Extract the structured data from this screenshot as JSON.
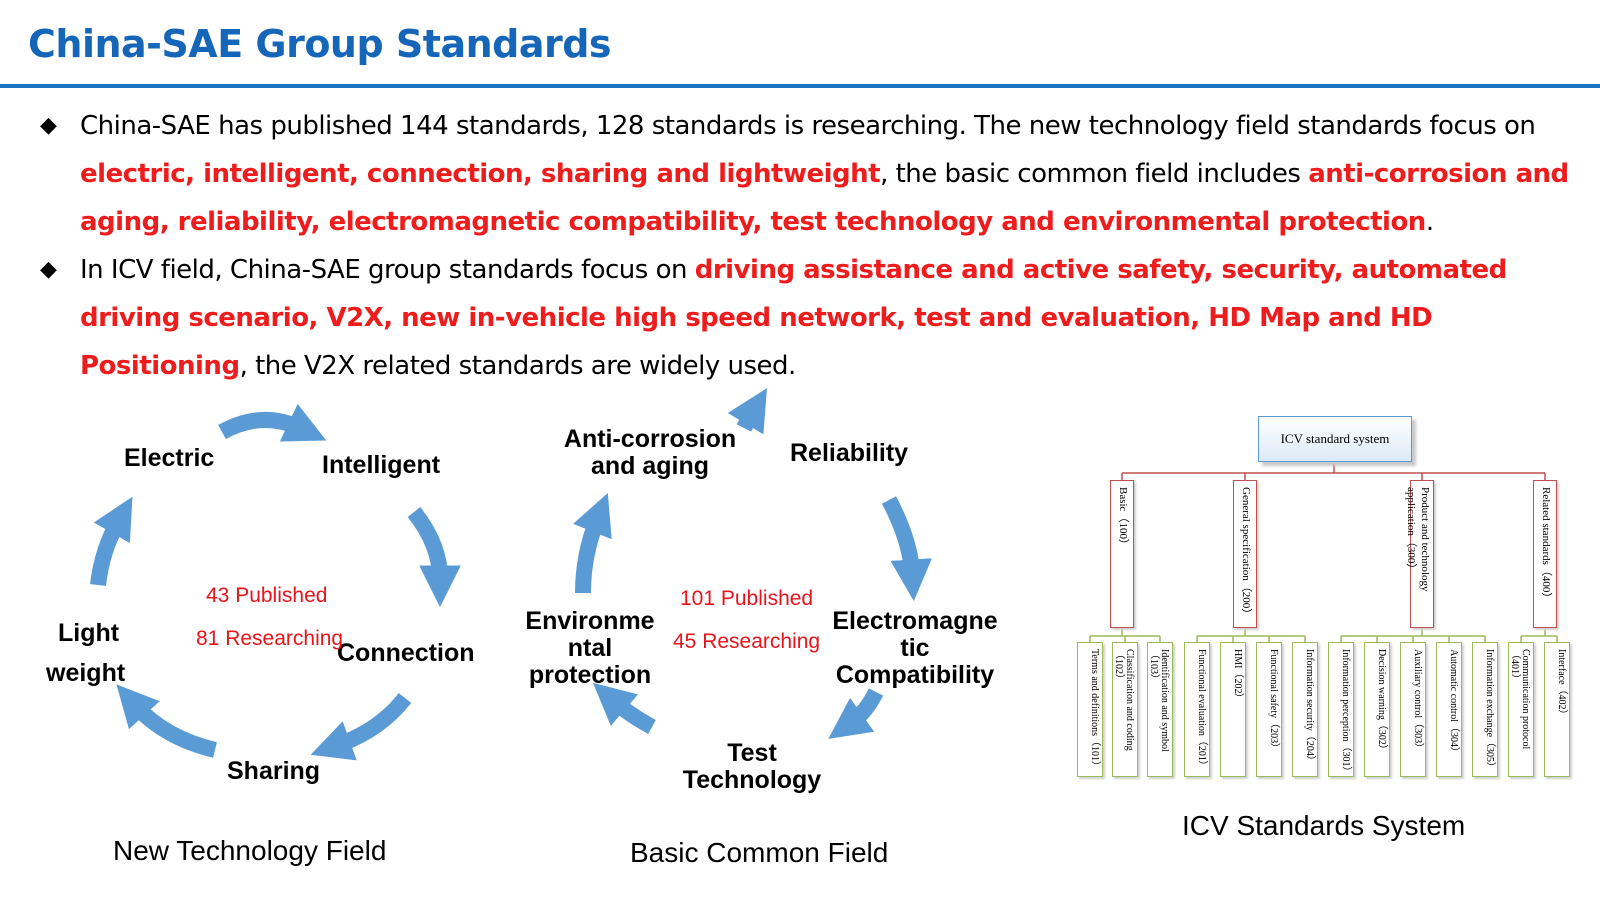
{
  "title": "China-SAE Group Standards",
  "bullet_marker": "◆",
  "bullets": [
    {
      "t1": "China-SAE has published 144 standards, 128 standards is researching. The new technology field standards focus on ",
      "h1": "electric, intelligent, connection, sharing and lightweight",
      "t2": ", the basic common field includes ",
      "h2": "anti-corrosion and aging, reliability, electromagnetic compatibility, test technology and environmental protection",
      "t3": "."
    },
    {
      "t1": "In ICV field, China-SAE group standards focus on ",
      "h1": "driving assistance and active safety, security, automated driving scenario, V2X, new in-vehicle high speed network, test and evaluation, HD Map and HD Positioning",
      "t2": ", the V2X related standards are widely used."
    }
  ],
  "new_tech": {
    "nodes": {
      "electric": "Electric",
      "intelligent": "Intelligent",
      "connection": "Connection",
      "sharing": "Sharing",
      "light": "Light",
      "weight": "weight"
    },
    "published": "43 Published",
    "researching": "81 Researching",
    "caption": "New Technology Field"
  },
  "basic": {
    "nodes": {
      "anti1": "Anti-corrosion",
      "anti2": "and aging",
      "reliability": "Reliability",
      "emc1": "Electromagne",
      "emc2": "tic",
      "emc3": "Compatibility",
      "test1": "Test",
      "test2": "Technology",
      "env1": "Environme",
      "env2": "ntal",
      "env3": "protection"
    },
    "published": "101 Published",
    "researching": "45 Researching",
    "caption": "Basic Common Field"
  },
  "icv": {
    "root": "ICV standard system",
    "level2": [
      "Basic（100）",
      "General specification（200）",
      "Product and technology application（300）",
      "Related standards（400）"
    ],
    "level3": [
      "Terms and definitions（101）",
      "Classification and coding（102）",
      "Identification and symbol（103）",
      "Functional evaluation（201）",
      "HMI（202）",
      "Functional safety（203）",
      "Information security（204）",
      "Information perception（301）",
      "Decision warning（302）",
      "Auxiliary control（303）",
      "Automatic control（304）",
      "Information exchange（305）",
      "Communication protocol（401）",
      "Interface（402）"
    ],
    "caption": "ICV Standards System"
  },
  "colors": {
    "title": "#1566b8",
    "highlight": "#ee1c1c",
    "arrow": "#5b9bd5",
    "tree_l2": "#c0504d",
    "tree_l3": "#9bbb59"
  }
}
